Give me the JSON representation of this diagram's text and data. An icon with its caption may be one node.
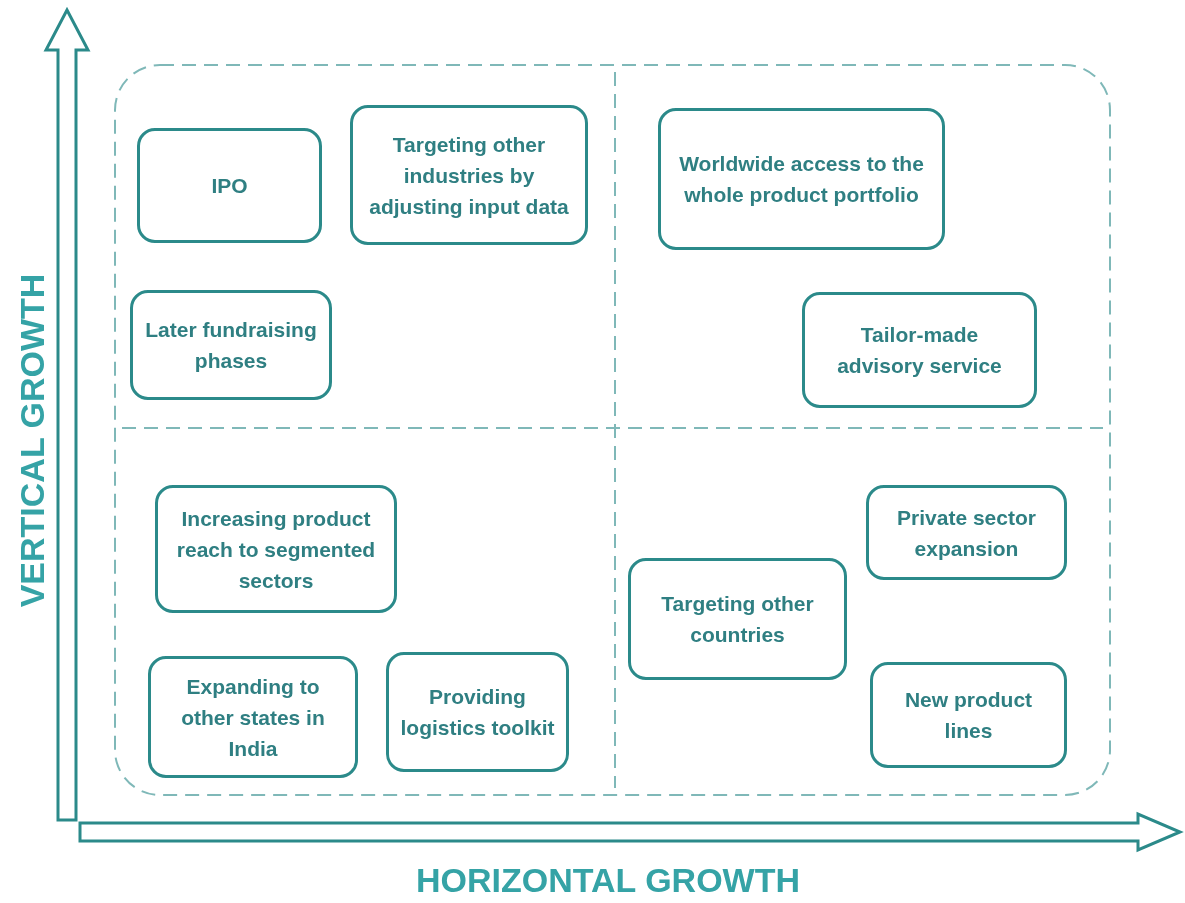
{
  "diagram": {
    "nodes": [
      {
        "text": [
          "IPO"
        ]
      },
      {
        "text": [
          "Targeting other industries by adjusting input data"
        ]
      },
      {
        "text": [
          "Later fundraising phases"
        ]
      },
      {
        "text": [
          "Worldwide access to the whole product portfolio"
        ]
      },
      {
        "text": [
          "Tailor-made advisory service"
        ]
      },
      {
        "text": [
          "Increasing product reach to segmented sectors"
        ]
      },
      {
        "text": [
          "Expanding to other states in India"
        ]
      },
      {
        "text": [
          "Providing logistics toolkit"
        ]
      },
      {
        "text": [
          "Targeting other countries"
        ]
      },
      {
        "text": [
          "Private sector expansion"
        ]
      },
      {
        "text": [
          "New product lines"
        ]
      }
    ],
    "edges": [],
    "labels": [
      "VERTICAL GROWTH",
      "HORIZONTAL GROWTH"
    ]
  }
}
